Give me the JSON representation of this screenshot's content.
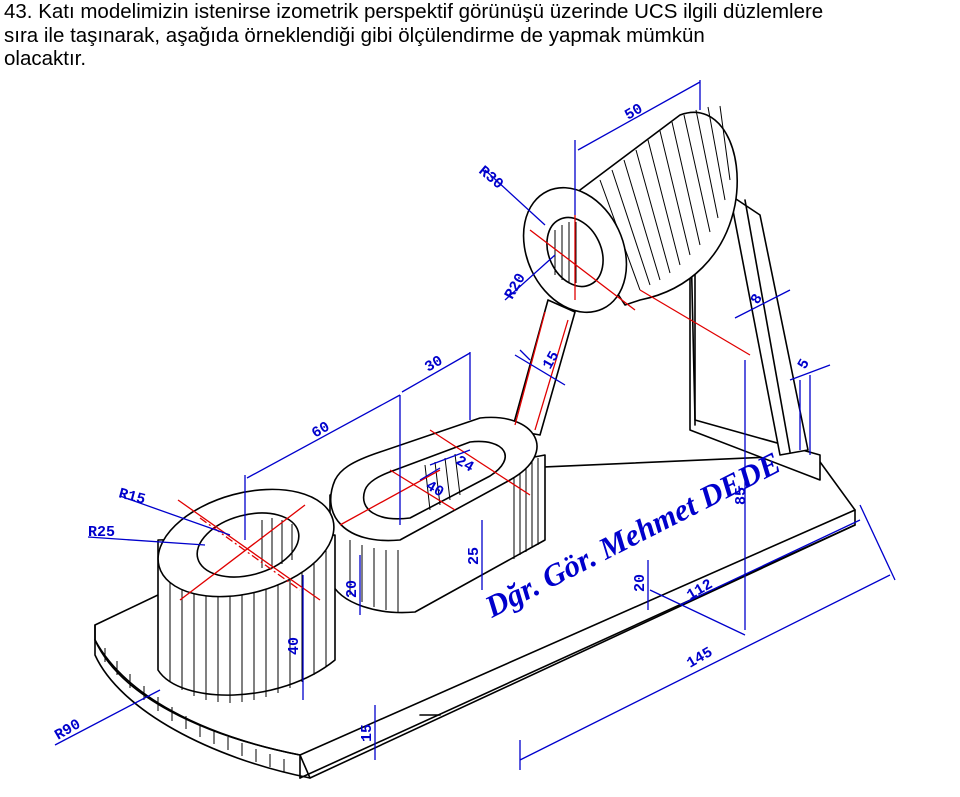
{
  "question": {
    "line1": "43. Katı modelimizin istenirse izometrik perspektif görünüşü üzerinde UCS ilgili düzlemlere",
    "line2": "sıra ile  taşınarak, aşağıda örneklendiği gibi ölçülendirme de yapmak mümkün",
    "line3": "olacaktır."
  },
  "dimensions": {
    "d50": "50",
    "r30": "R30",
    "r20": "R20",
    "d15_link": "15",
    "d8": "8",
    "d5": "5",
    "d30": "30",
    "d60": "60",
    "r15": "R15",
    "r25": "R25",
    "d24": "24",
    "d40_slot": "40",
    "d85": "85",
    "d25": "25",
    "d20_boss": "20",
    "d40_cyl": "40",
    "r90": "R90",
    "d15_base": "15",
    "d20_plate": "20",
    "d112": "112",
    "d145": "145"
  },
  "signature": "Dğr. Gör. Mehmet DEDE",
  "colors": {
    "outline": "#000000",
    "dimension": "#0000cc",
    "centerline": "#e00000"
  }
}
